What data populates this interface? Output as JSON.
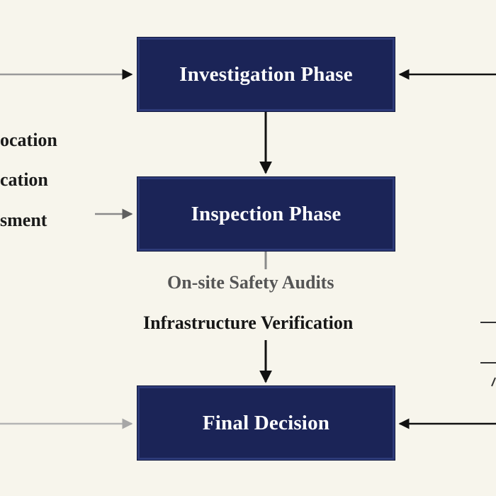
{
  "diagram": {
    "phases": {
      "investigation": "Investigation Phase",
      "inspection": "Inspection Phase",
      "final": "Final Decision"
    },
    "left_labels": [
      "ocation",
      "cation",
      "sment"
    ],
    "inspection_steps": [
      "On-site Safety Audits",
      "Infrastructure Verification"
    ],
    "colors": {
      "box_fill": "#1b2457",
      "box_border": "#2d3a78",
      "background": "#f7f5ec",
      "arrow_dark": "#111111",
      "arrow_light": "#a7a7a7"
    }
  }
}
